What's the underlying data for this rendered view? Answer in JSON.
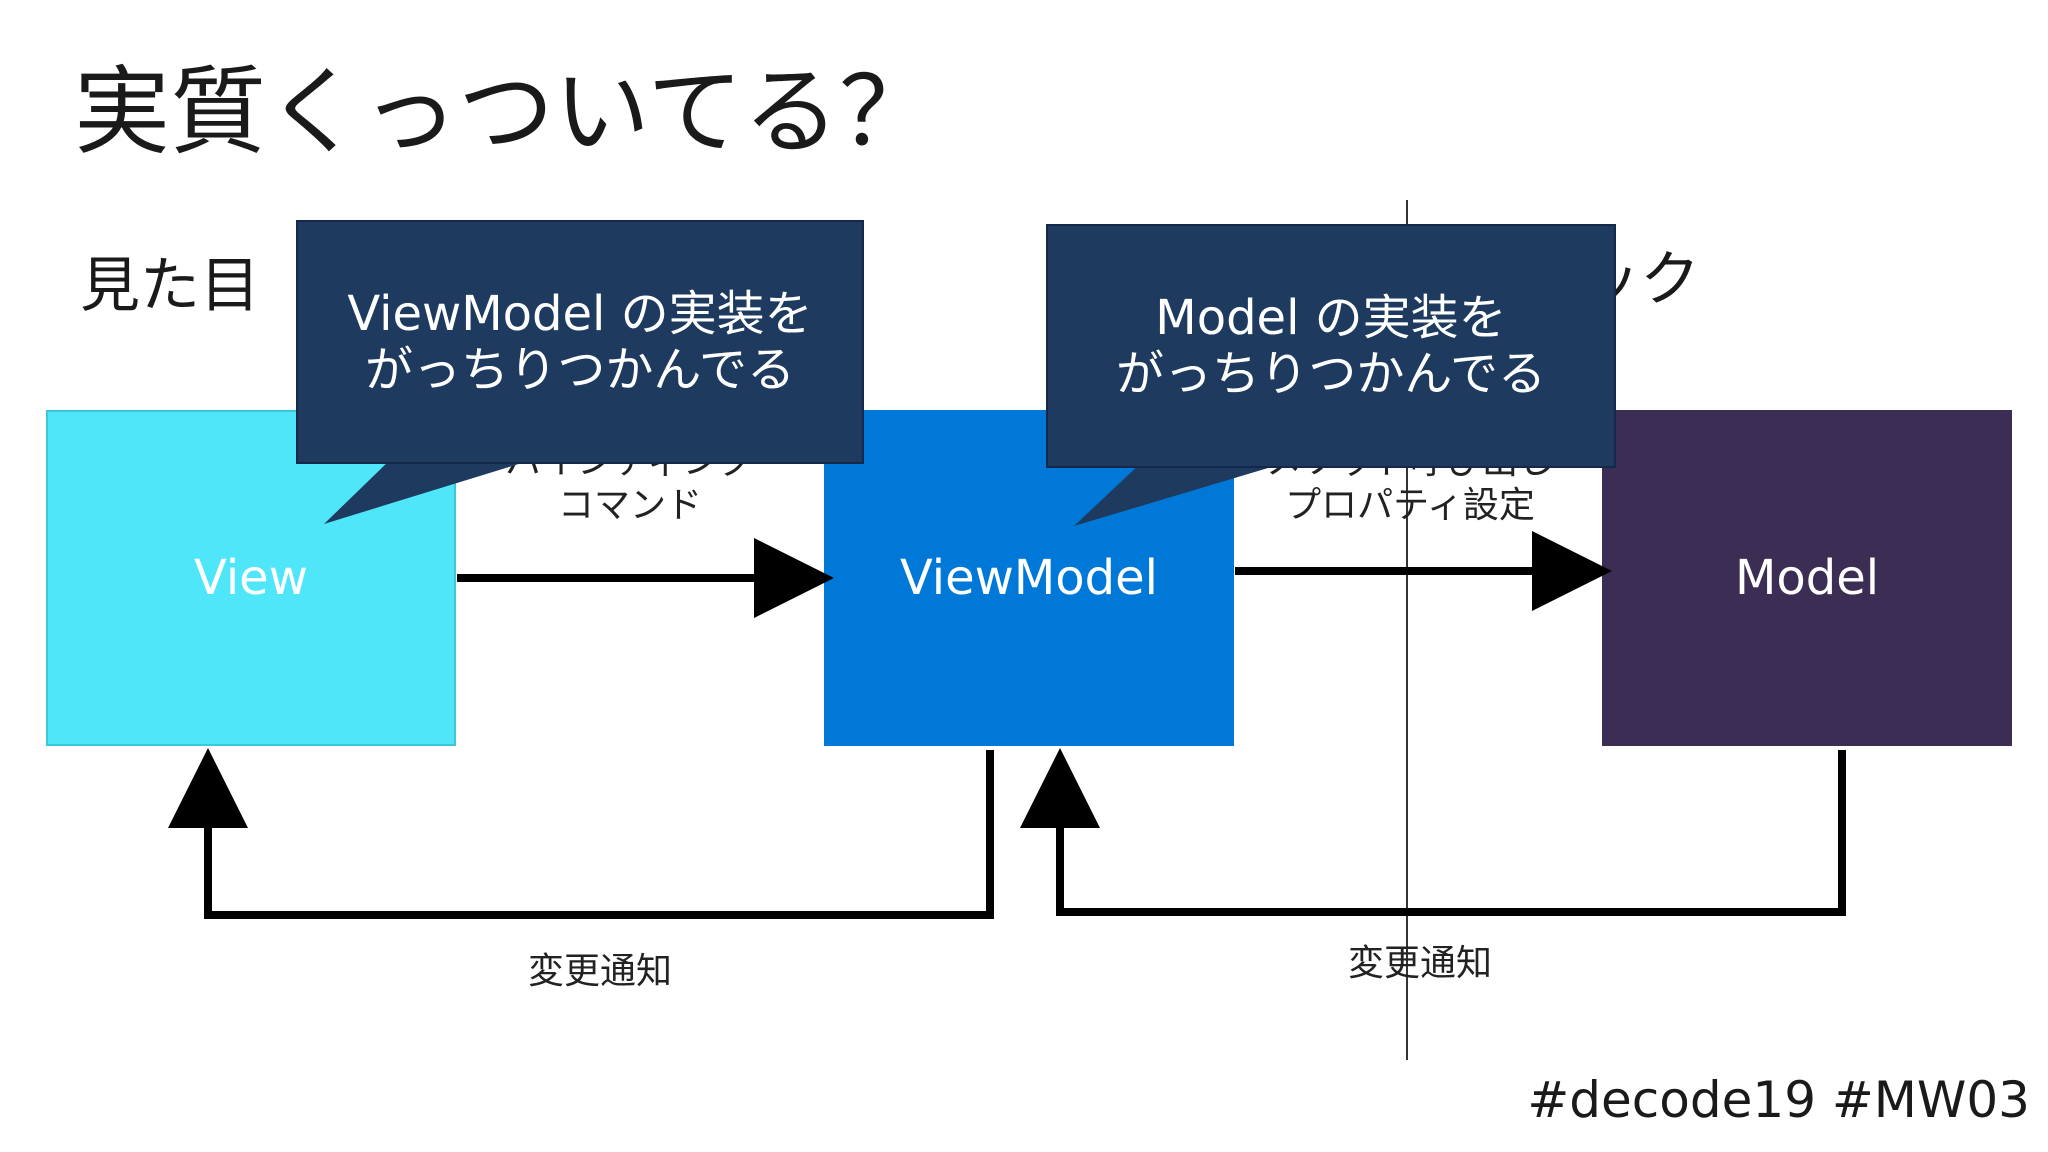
{
  "slide": {
    "title": "実質くっついてる？",
    "section_left": "見た目",
    "section_right_fragment": "ック",
    "hashtag": "#decode19 #MW03"
  },
  "boxes": {
    "view": {
      "label": "View",
      "color": "#50e6fa"
    },
    "viewmodel": {
      "label": "ViewModel",
      "color": "#0078d7"
    },
    "model": {
      "label": "Model",
      "color": "#3c2d55"
    }
  },
  "arrows": {
    "view_to_vm": {
      "line1": "バインディング",
      "line2": "コマンド"
    },
    "vm_to_model": {
      "line1": "メソッド呼び出し",
      "line2": "プロパティ設定"
    },
    "vm_to_view_notify": "変更通知",
    "model_to_vm_notify": "変更通知"
  },
  "callouts": {
    "left": {
      "line1": "ViewModel の実装を",
      "line2": "がっちりつかんでる"
    },
    "right": {
      "line1": "Model の実装を",
      "line2": "がっちりつかんでる"
    },
    "color": "#1e3a5f"
  }
}
